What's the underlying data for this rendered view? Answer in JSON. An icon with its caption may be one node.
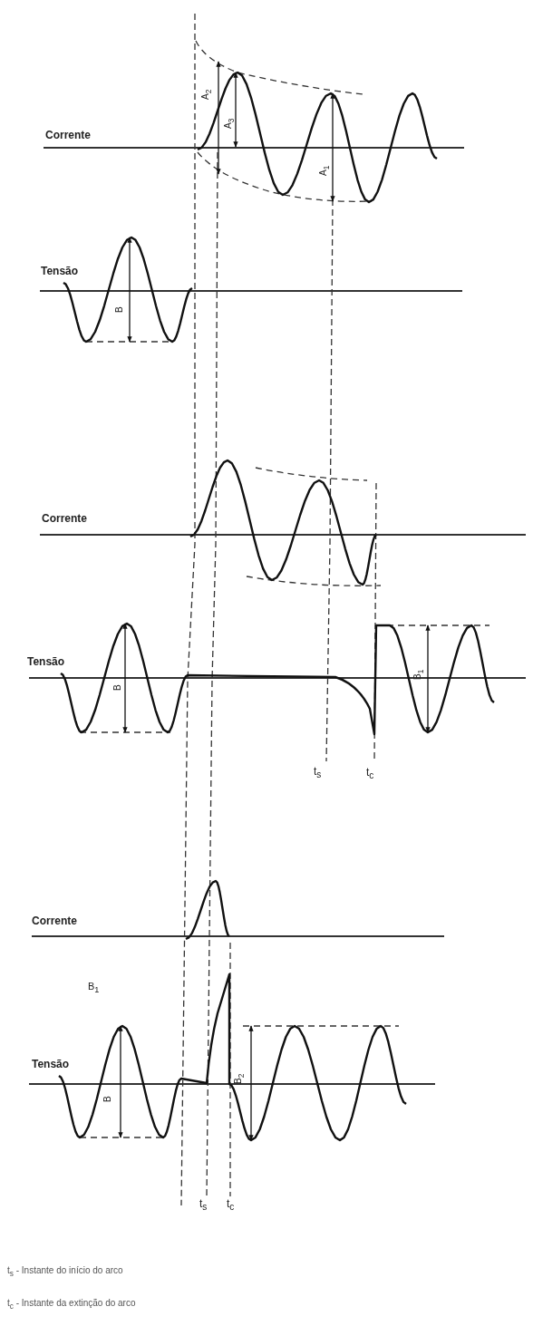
{
  "diagram": {
    "labels": [
      "A$_{2}$",
      "A$_{3}$",
      "Corrente",
      "A$_{1}$",
      "Tensão",
      "B",
      "Corrente",
      "Tensão",
      "B",
      "B$_{1}$",
      "t$_{s}$",
      "t$_{c}$",
      "Corrente",
      "B$_{1}$",
      "Tensão",
      "B$_{2}$",
      "B",
      "t$_{s}$",
      "t$_{c}$",
      "t$_{s}$ - Instante do início do arco",
      "t$_{c}$ - Instante da extinção do arco"
    ]
  }
}
